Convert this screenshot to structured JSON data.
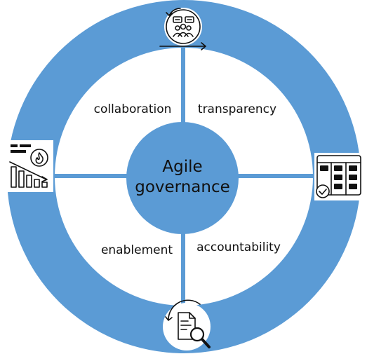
{
  "center": {
    "line1": "Agile",
    "line2": "governance"
  },
  "quadrants": {
    "top_left": "collaboration",
    "top_right": "transparency",
    "bottom_left": "enablement",
    "bottom_right": "accountability"
  },
  "icons": {
    "top": "team-collaboration-icon",
    "right": "kanban-board-checklist-icon",
    "bottom": "document-search-icon",
    "left": "declining-chart-fire-icon"
  },
  "colors": {
    "ring": "#5b9bd5",
    "inner": "#ffffff",
    "center": "#5b9bd5",
    "text": "#111111"
  }
}
